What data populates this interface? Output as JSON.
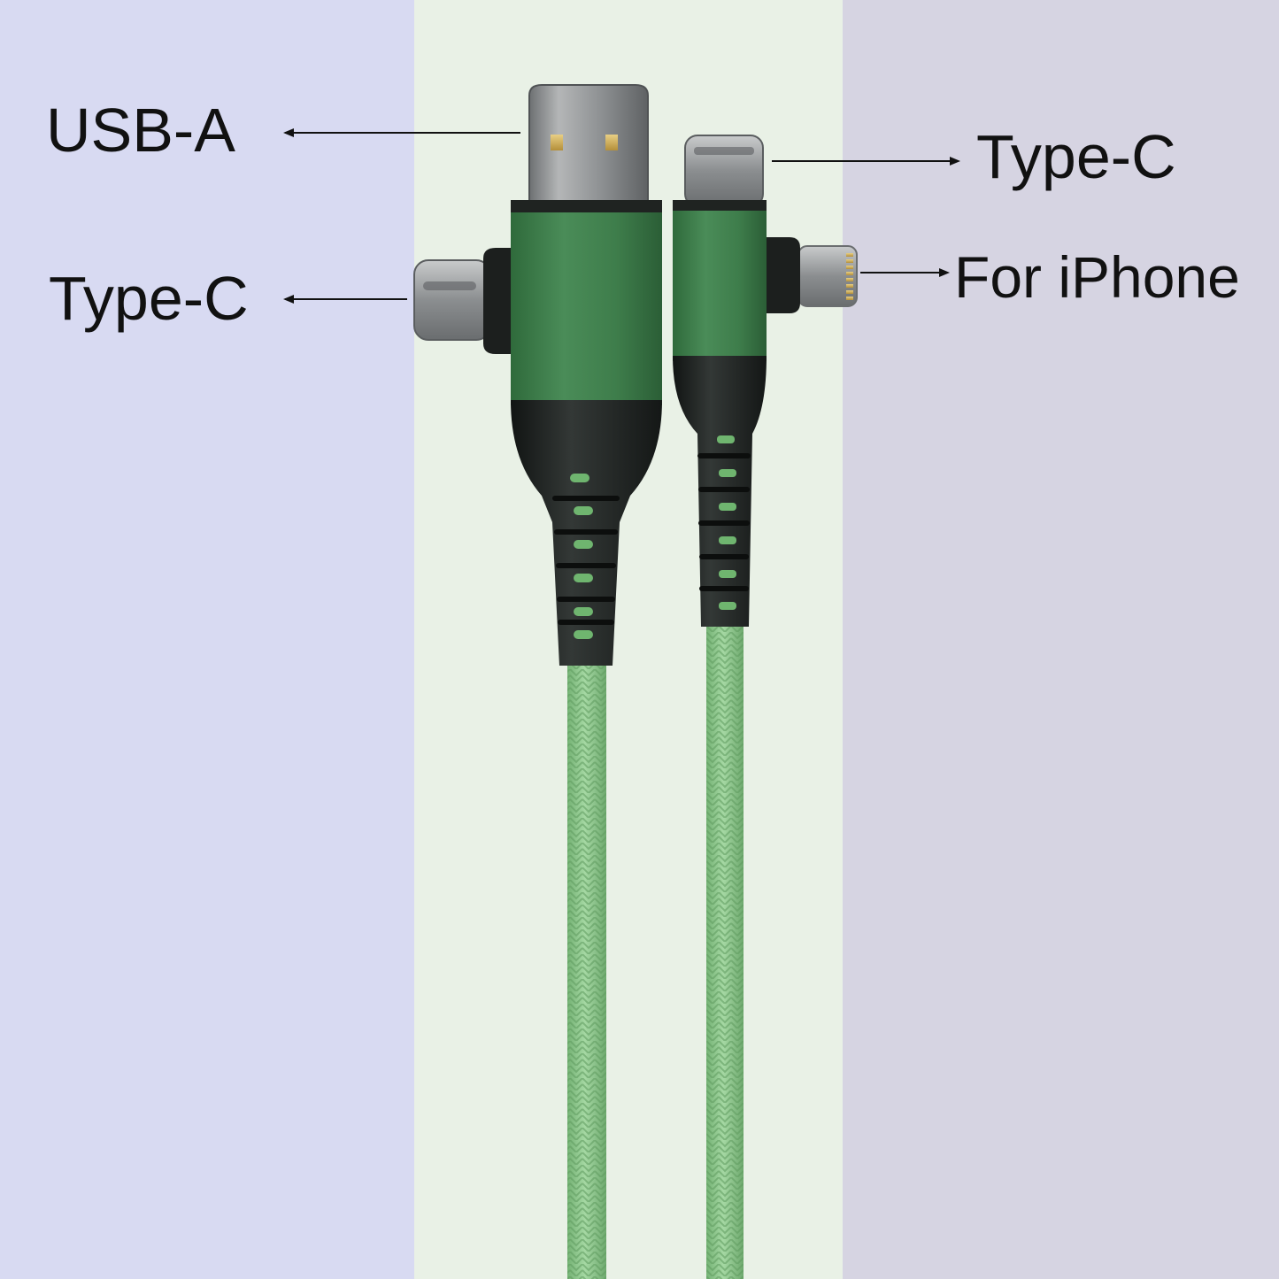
{
  "labels": {
    "usb_a": "USB-A",
    "type_c_left": "Type-C",
    "type_c_right": "Type-C",
    "for_iphone": "For iPhone"
  },
  "colors": {
    "left_panel": "#d8daf2",
    "center_panel": "#e9f1e6",
    "right_panel": "#d6d4e2",
    "connector_housing_green": "#3f7f4d",
    "strain_relief_black": "#1e2320",
    "cable_braid_green": "#8fc88e",
    "metal_plug_gray": "#8d8f91"
  }
}
